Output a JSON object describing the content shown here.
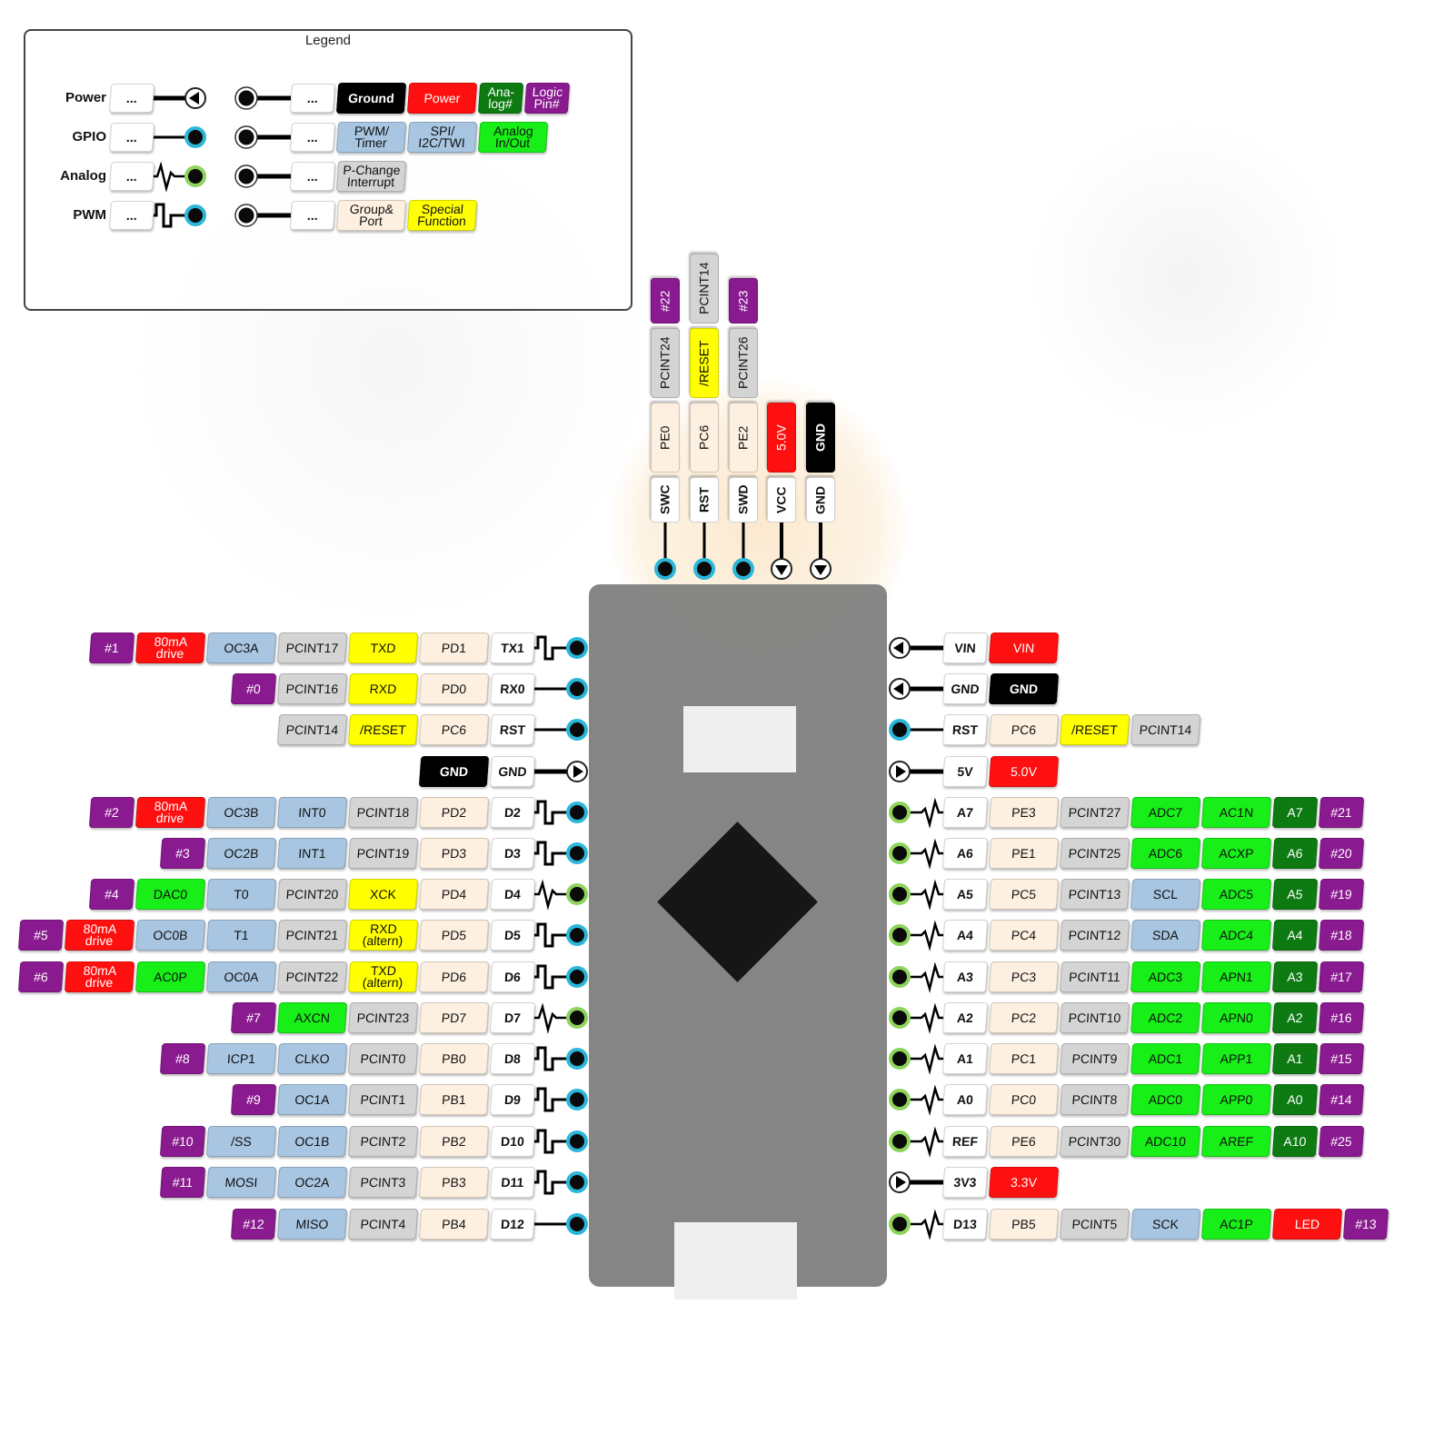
{
  "colors": {
    "purple": "#8a1a8f",
    "red": "#ff1010",
    "blue": "#a8c6e2",
    "gray": "#d4d4d4",
    "yellow": "#ffff00",
    "port": "#fdf0e0",
    "green": "#18ee18",
    "dkgreen": "#0d7a12",
    "black": "#000000",
    "gpio_ring": "#2bb7da",
    "analog_ring": "#8ed45c"
  },
  "legend": {
    "title": "Legend",
    "rows": [
      {
        "label": "Power",
        "type": "power",
        "dots": "...",
        "dots2": "..."
      },
      {
        "label": "GPIO",
        "type": "gpio",
        "dots": "...",
        "dots2": "..."
      },
      {
        "label": "Analog",
        "type": "analog",
        "dots": "...",
        "dots2": "..."
      },
      {
        "label": "PWM",
        "type": "pwm",
        "dots": "...",
        "dots2": "..."
      }
    ],
    "chips": [
      [
        {
          "t": "Ground",
          "c": "black"
        },
        {
          "t": "Power",
          "c": "red"
        },
        {
          "t": "Ana-\nlog#",
          "c": "dkgreen",
          "w": "narrow"
        },
        {
          "t": "Logic\nPin#",
          "c": "purple",
          "w": "narrow"
        }
      ],
      [
        {
          "t": "PWM/\nTimer",
          "c": "blue"
        },
        {
          "t": "SPI/\nI2C/TWI",
          "c": "blue"
        },
        {
          "t": "Analog\nIn/Out",
          "c": "green"
        }
      ],
      [
        {
          "t": "P-Change\nInterrupt",
          "c": "gray"
        }
      ],
      [
        {
          "t": "Group&\nPort",
          "c": "port"
        },
        {
          "t": "Special\nFunction",
          "c": "yellow"
        }
      ]
    ]
  },
  "top_pins": [
    {
      "pin": "SWC",
      "type": "gpio",
      "labels": [
        {
          "t": "PE0",
          "c": "port"
        },
        {
          "t": "PCINT24",
          "c": "gray"
        },
        {
          "t": "#22",
          "c": "purple",
          "w": "narrow"
        }
      ]
    },
    {
      "pin": "RST",
      "type": "gpio",
      "labels": [
        {
          "t": "PC6",
          "c": "port"
        },
        {
          "t": "/RESET",
          "c": "yellow"
        },
        {
          "t": "PCINT14",
          "c": "gray"
        }
      ]
    },
    {
      "pin": "SWD",
      "type": "gpio",
      "labels": [
        {
          "t": "PE2",
          "c": "port"
        },
        {
          "t": "PCINT26",
          "c": "gray"
        },
        {
          "t": "#23",
          "c": "purple",
          "w": "narrow"
        }
      ]
    },
    {
      "pin": "VCC",
      "type": "power-down",
      "labels": [
        {
          "t": "5.0V",
          "c": "red"
        }
      ]
    },
    {
      "pin": "GND",
      "type": "power-down",
      "labels": [
        {
          "t": "GND",
          "c": "black"
        }
      ]
    }
  ],
  "left_pins": [
    {
      "pin": "TX1",
      "type": "pwm",
      "labels": [
        {
          "t": "#1",
          "c": "purple",
          "w": "narrow"
        },
        {
          "t": "80mA\ndrive",
          "c": "red"
        },
        {
          "t": "OC3A",
          "c": "blue"
        },
        {
          "t": "PCINT17",
          "c": "gray"
        },
        {
          "t": "TXD",
          "c": "yellow"
        },
        {
          "t": "PD1",
          "c": "port"
        }
      ]
    },
    {
      "pin": "RX0",
      "type": "gpio",
      "labels": [
        {
          "t": "#0",
          "c": "purple",
          "w": "narrow"
        },
        {
          "t": "PCINT16",
          "c": "gray"
        },
        {
          "t": "RXD",
          "c": "yellow"
        },
        {
          "t": "PD0",
          "c": "port"
        }
      ]
    },
    {
      "pin": "RST",
      "type": "gpio",
      "labels": [
        {
          "t": "PCINT14",
          "c": "gray"
        },
        {
          "t": "/RESET",
          "c": "yellow"
        },
        {
          "t": "PC6",
          "c": "port"
        }
      ]
    },
    {
      "pin": "GND",
      "type": "power-in",
      "labels": [
        {
          "t": "GND",
          "c": "black"
        }
      ]
    },
    {
      "pin": "D2",
      "type": "pwm",
      "labels": [
        {
          "t": "#2",
          "c": "purple",
          "w": "narrow"
        },
        {
          "t": "80mA\ndrive",
          "c": "red"
        },
        {
          "t": "OC3B",
          "c": "blue"
        },
        {
          "t": "INT0",
          "c": "blue"
        },
        {
          "t": "PCINT18",
          "c": "gray"
        },
        {
          "t": "PD2",
          "c": "port"
        }
      ]
    },
    {
      "pin": "D3",
      "type": "pwm",
      "labels": [
        {
          "t": "#3",
          "c": "purple",
          "w": "narrow"
        },
        {
          "t": "OC2B",
          "c": "blue"
        },
        {
          "t": "INT1",
          "c": "blue"
        },
        {
          "t": "PCINT19",
          "c": "gray"
        },
        {
          "t": "PD3",
          "c": "port"
        }
      ]
    },
    {
      "pin": "D4",
      "type": "analog",
      "labels": [
        {
          "t": "#4",
          "c": "purple",
          "w": "narrow"
        },
        {
          "t": "DAC0",
          "c": "green"
        },
        {
          "t": "T0",
          "c": "blue"
        },
        {
          "t": "PCINT20",
          "c": "gray"
        },
        {
          "t": "XCK",
          "c": "yellow"
        },
        {
          "t": "PD4",
          "c": "port"
        }
      ]
    },
    {
      "pin": "D5",
      "type": "pwm",
      "labels": [
        {
          "t": "#5",
          "c": "purple",
          "w": "narrow"
        },
        {
          "t": "80mA\ndrive",
          "c": "red"
        },
        {
          "t": "OC0B",
          "c": "blue"
        },
        {
          "t": "T1",
          "c": "blue"
        },
        {
          "t": "PCINT21",
          "c": "gray"
        },
        {
          "t": "RXD\n(altern)",
          "c": "yellow"
        },
        {
          "t": "PD5",
          "c": "port"
        }
      ]
    },
    {
      "pin": "D6",
      "type": "pwm",
      "labels": [
        {
          "t": "#6",
          "c": "purple",
          "w": "narrow"
        },
        {
          "t": "80mA\ndrive",
          "c": "red"
        },
        {
          "t": "AC0P",
          "c": "green"
        },
        {
          "t": "OC0A",
          "c": "blue"
        },
        {
          "t": "PCINT22",
          "c": "gray"
        },
        {
          "t": "TXD\n(altern)",
          "c": "yellow"
        },
        {
          "t": "PD6",
          "c": "port"
        }
      ]
    },
    {
      "pin": "D7",
      "type": "analog",
      "labels": [
        {
          "t": "#7",
          "c": "purple",
          "w": "narrow"
        },
        {
          "t": "AXCN",
          "c": "green"
        },
        {
          "t": "PCINT23",
          "c": "gray"
        },
        {
          "t": "PD7",
          "c": "port"
        }
      ]
    },
    {
      "pin": "D8",
      "type": "pwm",
      "labels": [
        {
          "t": "#8",
          "c": "purple",
          "w": "narrow"
        },
        {
          "t": "ICP1",
          "c": "blue"
        },
        {
          "t": "CLKO",
          "c": "blue"
        },
        {
          "t": "PCINT0",
          "c": "gray"
        },
        {
          "t": "PB0",
          "c": "port"
        }
      ]
    },
    {
      "pin": "D9",
      "type": "pwm",
      "labels": [
        {
          "t": "#9",
          "c": "purple",
          "w": "narrow"
        },
        {
          "t": "OC1A",
          "c": "blue"
        },
        {
          "t": "PCINT1",
          "c": "gray"
        },
        {
          "t": "PB1",
          "c": "port"
        }
      ]
    },
    {
      "pin": "D10",
      "type": "pwm",
      "labels": [
        {
          "t": "#10",
          "c": "purple",
          "w": "narrow"
        },
        {
          "t": "/SS",
          "c": "blue"
        },
        {
          "t": "OC1B",
          "c": "blue"
        },
        {
          "t": "PCINT2",
          "c": "gray"
        },
        {
          "t": "PB2",
          "c": "port"
        }
      ]
    },
    {
      "pin": "D11",
      "type": "pwm",
      "labels": [
        {
          "t": "#11",
          "c": "purple",
          "w": "narrow"
        },
        {
          "t": "MOSI",
          "c": "blue"
        },
        {
          "t": "OC2A",
          "c": "blue"
        },
        {
          "t": "PCINT3",
          "c": "gray"
        },
        {
          "t": "PB3",
          "c": "port"
        }
      ]
    },
    {
      "pin": "D12",
      "type": "gpio",
      "labels": [
        {
          "t": "#12",
          "c": "purple",
          "w": "narrow"
        },
        {
          "t": "MISO",
          "c": "blue"
        },
        {
          "t": "PCINT4",
          "c": "gray"
        },
        {
          "t": "PB4",
          "c": "port"
        }
      ]
    }
  ],
  "right_pins": [
    {
      "pin": "VIN",
      "type": "power-out",
      "labels": [
        {
          "t": "VIN",
          "c": "red"
        }
      ]
    },
    {
      "pin": "GND",
      "type": "power-out",
      "labels": [
        {
          "t": "GND",
          "c": "black"
        }
      ]
    },
    {
      "pin": "RST",
      "type": "gpio",
      "labels": [
        {
          "t": "PC6",
          "c": "port"
        },
        {
          "t": "/RESET",
          "c": "yellow"
        },
        {
          "t": "PCINT14",
          "c": "gray"
        }
      ]
    },
    {
      "pin": "5V",
      "type": "power-in",
      "labels": [
        {
          "t": "5.0V",
          "c": "red"
        }
      ]
    },
    {
      "pin": "A7",
      "type": "analog",
      "labels": [
        {
          "t": "PE3",
          "c": "port"
        },
        {
          "t": "PCINT27",
          "c": "gray"
        },
        {
          "t": "ADC7",
          "c": "green"
        },
        {
          "t": "AC1N",
          "c": "green"
        },
        {
          "t": "A7",
          "c": "dkgreen",
          "w": "narrow"
        },
        {
          "t": "#21",
          "c": "purple",
          "w": "narrow"
        }
      ]
    },
    {
      "pin": "A6",
      "type": "analog",
      "labels": [
        {
          "t": "PE1",
          "c": "port"
        },
        {
          "t": "PCINT25",
          "c": "gray"
        },
        {
          "t": "ADC6",
          "c": "green"
        },
        {
          "t": "ACXP",
          "c": "green"
        },
        {
          "t": "A6",
          "c": "dkgreen",
          "w": "narrow"
        },
        {
          "t": "#20",
          "c": "purple",
          "w": "narrow"
        }
      ]
    },
    {
      "pin": "A5",
      "type": "analog",
      "labels": [
        {
          "t": "PC5",
          "c": "port"
        },
        {
          "t": "PCINT13",
          "c": "gray"
        },
        {
          "t": "SCL",
          "c": "blue"
        },
        {
          "t": "ADC5",
          "c": "green"
        },
        {
          "t": "A5",
          "c": "dkgreen",
          "w": "narrow"
        },
        {
          "t": "#19",
          "c": "purple",
          "w": "narrow"
        }
      ]
    },
    {
      "pin": "A4",
      "type": "analog",
      "labels": [
        {
          "t": "PC4",
          "c": "port"
        },
        {
          "t": "PCINT12",
          "c": "gray"
        },
        {
          "t": "SDA",
          "c": "blue"
        },
        {
          "t": "ADC4",
          "c": "green"
        },
        {
          "t": "A4",
          "c": "dkgreen",
          "w": "narrow"
        },
        {
          "t": "#18",
          "c": "purple",
          "w": "narrow"
        }
      ]
    },
    {
      "pin": "A3",
      "type": "analog",
      "labels": [
        {
          "t": "PC3",
          "c": "port"
        },
        {
          "t": "PCINT11",
          "c": "gray"
        },
        {
          "t": "ADC3",
          "c": "green"
        },
        {
          "t": "APN1",
          "c": "green"
        },
        {
          "t": "A3",
          "c": "dkgreen",
          "w": "narrow"
        },
        {
          "t": "#17",
          "c": "purple",
          "w": "narrow"
        }
      ]
    },
    {
      "pin": "A2",
      "type": "analog",
      "labels": [
        {
          "t": "PC2",
          "c": "port"
        },
        {
          "t": "PCINT10",
          "c": "gray"
        },
        {
          "t": "ADC2",
          "c": "green"
        },
        {
          "t": "APN0",
          "c": "green"
        },
        {
          "t": "A2",
          "c": "dkgreen",
          "w": "narrow"
        },
        {
          "t": "#16",
          "c": "purple",
          "w": "narrow"
        }
      ]
    },
    {
      "pin": "A1",
      "type": "analog",
      "labels": [
        {
          "t": "PC1",
          "c": "port"
        },
        {
          "t": "PCINT9",
          "c": "gray"
        },
        {
          "t": "ADC1",
          "c": "green"
        },
        {
          "t": "APP1",
          "c": "green"
        },
        {
          "t": "A1",
          "c": "dkgreen",
          "w": "narrow"
        },
        {
          "t": "#15",
          "c": "purple",
          "w": "narrow"
        }
      ]
    },
    {
      "pin": "A0",
      "type": "analog",
      "labels": [
        {
          "t": "PC0",
          "c": "port"
        },
        {
          "t": "PCINT8",
          "c": "gray"
        },
        {
          "t": "ADC0",
          "c": "green"
        },
        {
          "t": "APP0",
          "c": "green"
        },
        {
          "t": "A0",
          "c": "dkgreen",
          "w": "narrow"
        },
        {
          "t": "#14",
          "c": "purple",
          "w": "narrow"
        }
      ]
    },
    {
      "pin": "REF",
      "type": "analog",
      "labels": [
        {
          "t": "PE6",
          "c": "port"
        },
        {
          "t": "PCINT30",
          "c": "gray"
        },
        {
          "t": "ADC10",
          "c": "green"
        },
        {
          "t": "AREF",
          "c": "green"
        },
        {
          "t": "A10",
          "c": "dkgreen",
          "w": "narrow"
        },
        {
          "t": "#25",
          "c": "purple",
          "w": "narrow"
        }
      ]
    },
    {
      "pin": "3V3",
      "type": "power-in",
      "labels": [
        {
          "t": "3.3V",
          "c": "red"
        }
      ]
    },
    {
      "pin": "D13",
      "type": "analog",
      "labels": [
        {
          "t": "PB5",
          "c": "port"
        },
        {
          "t": "PCINT5",
          "c": "gray"
        },
        {
          "t": "SCK",
          "c": "blue"
        },
        {
          "t": "AC1P",
          "c": "green"
        },
        {
          "t": "LED",
          "c": "red"
        },
        {
          "t": "#13",
          "c": "purple",
          "w": "narrow"
        }
      ]
    }
  ]
}
